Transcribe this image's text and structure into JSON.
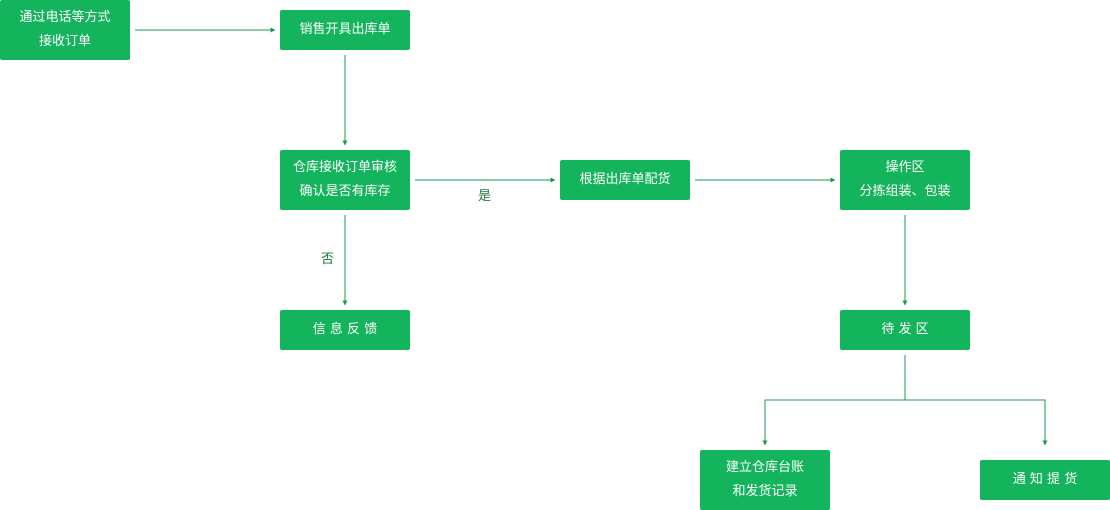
{
  "flowchart": {
    "nodes": {
      "order_intake": "通过电话等方式\n接收订单",
      "sales_outbound": "销售开具出库单",
      "warehouse_review": "仓库接收订单审核\n确认是否有库存",
      "allocate_goods": "根据出库单配货",
      "operation_area": "操作区\n分拣组装、包装",
      "feedback": "信 息 反 馈",
      "pending_area": "待 发 区",
      "ledger": "建立仓库台账\n和发货记录",
      "notify_pickup": "通 知 提 货"
    },
    "edge_labels": {
      "yes": "是",
      "no": "否"
    }
  },
  "colors": {
    "node_fill": "#13b45c",
    "node_text": "#ffffff",
    "connector": "#1a9b54",
    "label_text": "#1f7a3a"
  }
}
